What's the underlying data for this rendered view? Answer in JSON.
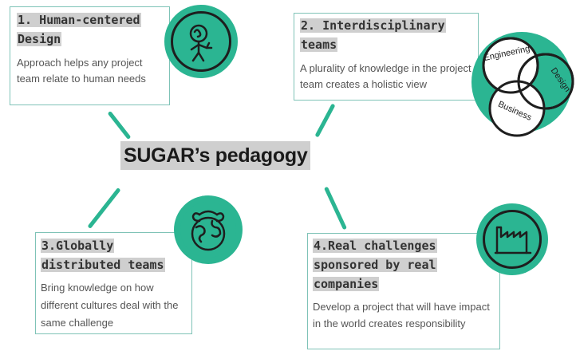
{
  "center": {
    "title": "SUGAR’s pedagogy"
  },
  "cards": [
    {
      "title_lines": [
        "1. Human-centered",
        "Design"
      ],
      "body": "Approach helps any project team relate to human needs"
    },
    {
      "title_lines": [
        "2. Interdisciplinary",
        "teams"
      ],
      "body": "A plurality of knowledge in the project team creates a holistic view"
    },
    {
      "title_lines": [
        "3.Globally",
        "distributed teams"
      ],
      "body": "Bring knowledge on how different cultures deal with the same challenge"
    },
    {
      "title_lines": [
        "4.Real challenges",
        "sponsored by real",
        "companies"
      ],
      "body": "Develop a project that will have impact in the world creates responsibility"
    }
  ],
  "venn": {
    "labels": [
      "Engineering",
      "Design",
      "Business"
    ]
  },
  "icons": [
    "person-idea-icon",
    "venn-diagram-icon",
    "globe-head-icon",
    "factory-icon"
  ],
  "colors": {
    "accent": "#2bb592",
    "border": "#7fc3b7",
    "highlight": "#cfcfcf"
  }
}
